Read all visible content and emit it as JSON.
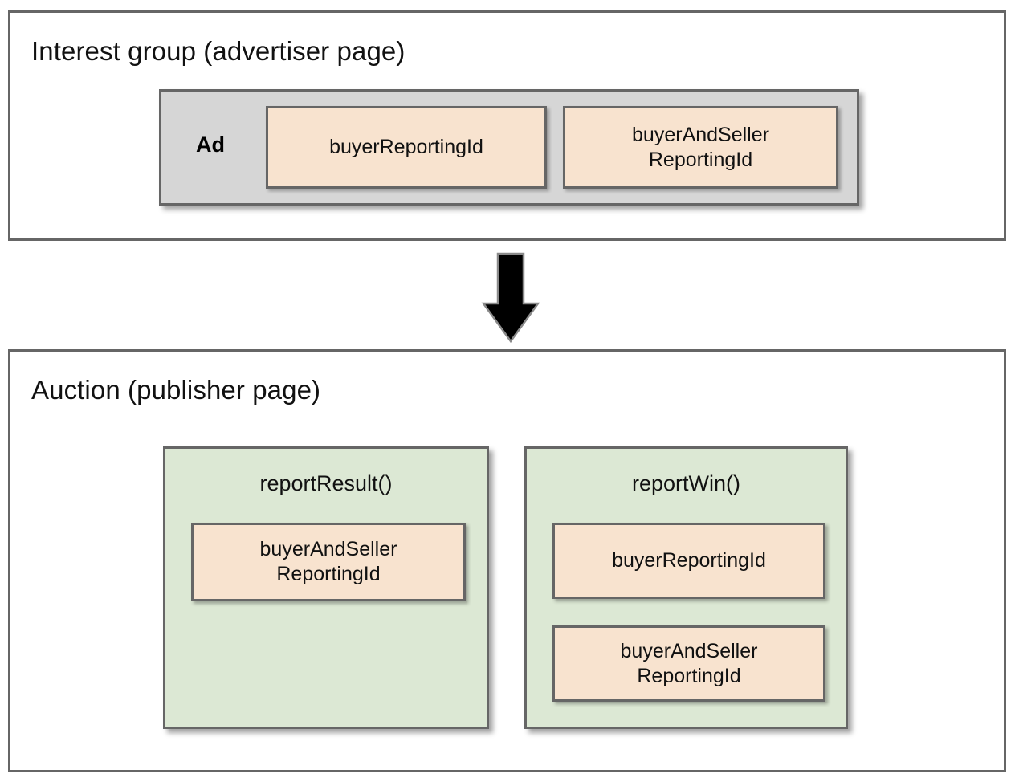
{
  "diagram": {
    "title_top": "Interest group (advertiser page)",
    "title_bottom": "Auction (publisher page)",
    "arrow": {
      "name": "down-arrow",
      "direction": "down",
      "color": "#000000"
    },
    "colors": {
      "peach": "#F8E3CF",
      "green": "#DCE8D4",
      "gray": "#D6D6D6",
      "border": "#666666",
      "text": "#111111"
    }
  },
  "interest_group": {
    "title": "Interest group (advertiser page)",
    "ad": {
      "label": "Ad",
      "fields": [
        {
          "name": "buyer-reporting-id",
          "label": "buyerReportingId"
        },
        {
          "name": "buyer-and-seller-reporting-id",
          "label_line1": "buyerAndSeller",
          "label_line2": "ReportingId"
        }
      ]
    }
  },
  "auction": {
    "title": "Auction (publisher page)",
    "functions": [
      {
        "name": "report-result",
        "title": "reportResult()",
        "fields": [
          {
            "name": "buyer-and-seller-reporting-id",
            "label_line1": "buyerAndSeller",
            "label_line2": "ReportingId"
          }
        ]
      },
      {
        "name": "report-win",
        "title": "reportWin()",
        "fields": [
          {
            "name": "buyer-reporting-id",
            "label": "buyerReportingId"
          },
          {
            "name": "buyer-and-seller-reporting-id",
            "label_line1": "buyerAndSeller",
            "label_line2": "ReportingId"
          }
        ]
      }
    ]
  }
}
